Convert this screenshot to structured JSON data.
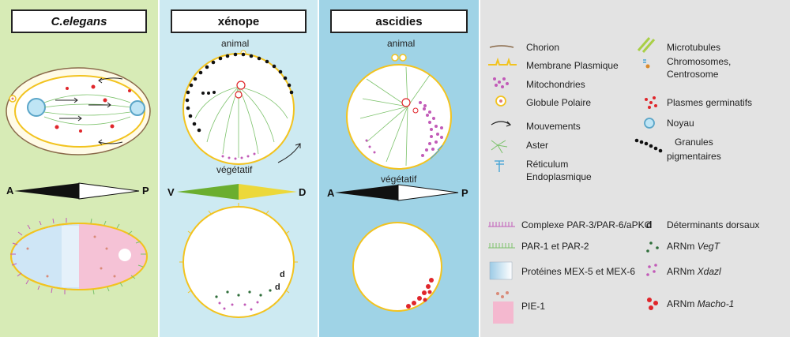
{
  "panels": {
    "celegans": {
      "title": "C.elegans",
      "axis_left": "A",
      "axis_right": "P"
    },
    "xenope": {
      "title": "xénope",
      "top_label": "animal",
      "bottom_label": "végétatif",
      "axis_left": "V",
      "axis_right": "D",
      "d_mark_1": "d",
      "d_mark_2": "d"
    },
    "ascidies": {
      "title": "ascidies",
      "top_label": "animal",
      "bottom_label": "végétatif",
      "axis_left": "A",
      "axis_right": "P"
    }
  },
  "legend": {
    "chorion": "Chorion",
    "membrane": "Membrane Plasmique",
    "mitochondries": "Mitochondries",
    "globule": "Globule Polaire",
    "mouvements": "Mouvements",
    "aster": "Aster",
    "reticulum_1": "Réticulum",
    "reticulum_2": "Endoplasmique",
    "microtubules": "Microtubules",
    "chromosomes_1": "Chromosomes,",
    "chromosomes_2": "Centrosome",
    "plasmes": "Plasmes germinatifs",
    "noyau": "Noyau",
    "granules_1": "Granules",
    "granules_2": "pigmentaires",
    "par3": "Complexe PAR-3/PAR-6/aPKC",
    "par12": "PAR-1 et PAR-2",
    "mex": "Protéines MEX-5 et MEX-6",
    "pie": "PIE-1",
    "d_symbol": "d",
    "dorsaux": "Déterminants dorsaux",
    "arn_prefix_1": "ARNm ",
    "vegt": "VegT",
    "arn_prefix_2": "ARNm ",
    "xdazl": "Xdazl",
    "arn_prefix_3": "ARNm ",
    "macho": "Macho-1"
  },
  "colors": {
    "ce_bg": "#d7ebb6",
    "xe_bg": "#cdeaf2",
    "as_bg": "#9fd3e6",
    "legend_bg": "#e3e3e3",
    "membrane": "#f2c31f",
    "mitochondria": "#c25bb8",
    "germ_plasm": "#e0262b",
    "par1": "#7cc26b",
    "pie": "#f4b8cf"
  }
}
